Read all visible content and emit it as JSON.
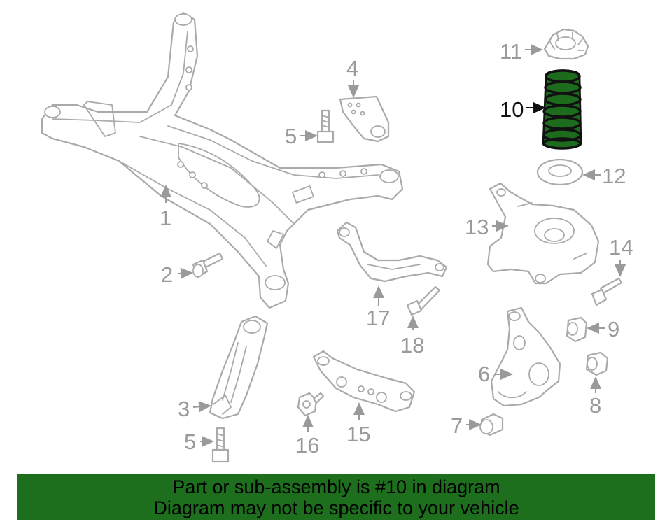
{
  "diagram": {
    "callouts": [
      "1",
      "2",
      "3",
      "4",
      "5",
      "5",
      "6",
      "7",
      "8",
      "9",
      "10",
      "11",
      "12",
      "13",
      "14",
      "15",
      "16",
      "17",
      "18"
    ],
    "highlighted_part": "10",
    "highlight_color": "#1d6b1d",
    "line_color": "#aaaaaa"
  },
  "banner": {
    "line1": "Part or sub-assembly is #10 in diagram",
    "line2": "Diagram may not be specific to your vehicle",
    "background": "#1d6e1d"
  }
}
